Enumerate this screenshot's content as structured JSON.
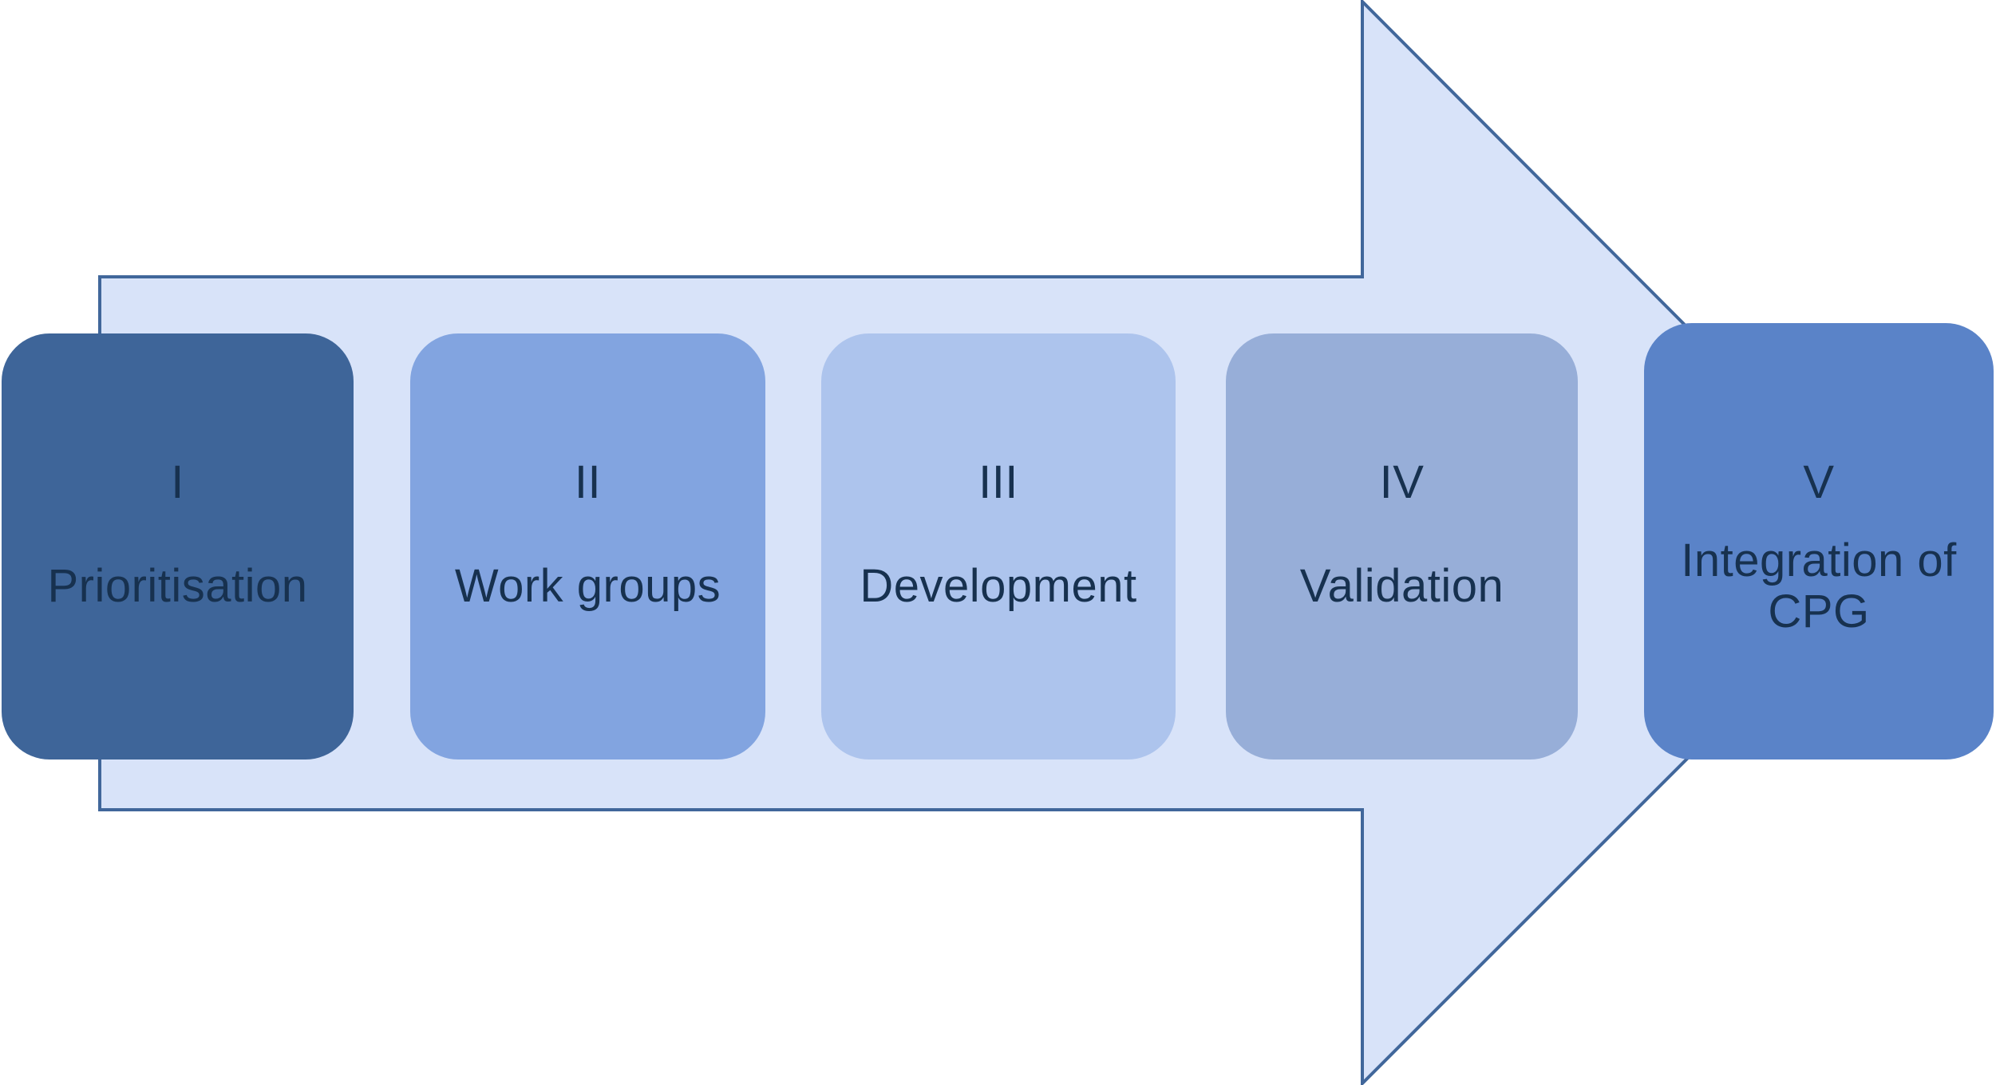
{
  "diagram": {
    "type": "process-arrow",
    "direction": "right",
    "background_color": "#ffffff",
    "arrow": {
      "fill_color": "#d8e3f9",
      "border_color": "#41679b"
    },
    "text_color": "#17314f",
    "stages": [
      {
        "numeral": "I",
        "label": "Prioritisation",
        "fill_color": "#3e6599"
      },
      {
        "numeral": "II",
        "label": "Work groups",
        "fill_color": "#82a4e0"
      },
      {
        "numeral": "III",
        "label": "Development",
        "fill_color": "#adc4ed"
      },
      {
        "numeral": "IV",
        "label": "Validation",
        "fill_color": "#97aed8"
      },
      {
        "numeral": "V",
        "label": "Integration of CPG",
        "fill_color": "#5a83c8"
      }
    ]
  }
}
